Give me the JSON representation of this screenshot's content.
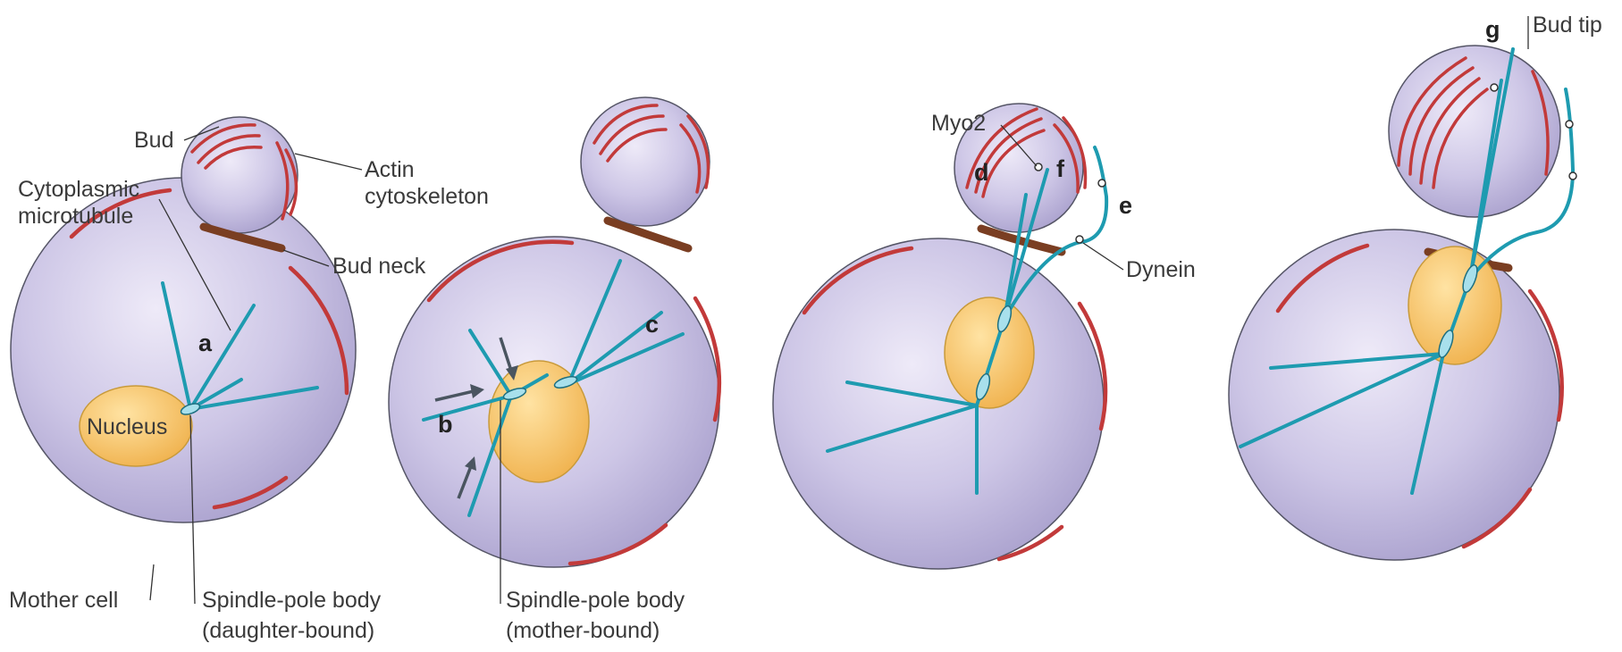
{
  "labels": {
    "bud": "Bud",
    "actin_line1": "Actin",
    "actin_line2": "cytoskeleton",
    "cyto_mt_line1": "Cytoplasmic",
    "cyto_mt_line2": "microtubule",
    "bud_neck": "Bud neck",
    "nucleus": "Nucleus",
    "mother_cell": "Mother cell",
    "spb_daughter_line1": "Spindle-pole body",
    "spb_daughter_line2": "(daughter-bound)",
    "spb_mother_line1": "Spindle-pole body",
    "spb_mother_line2": "(mother-bound)",
    "myo2": "Myo2",
    "dynein": "Dynein",
    "bud_tip": "Bud tip"
  },
  "letters": {
    "a": "a",
    "b": "b",
    "c": "c",
    "d": "d",
    "e": "e",
    "f": "f",
    "g": "g"
  },
  "colors": {
    "cell_fill": "#c9c3e3",
    "microtubule": "#1e9bb0",
    "actin": "#c23a3a",
    "bud_neck": "#7a3e22",
    "nucleus": "#f6c56a",
    "arrow": "#4a5560"
  }
}
